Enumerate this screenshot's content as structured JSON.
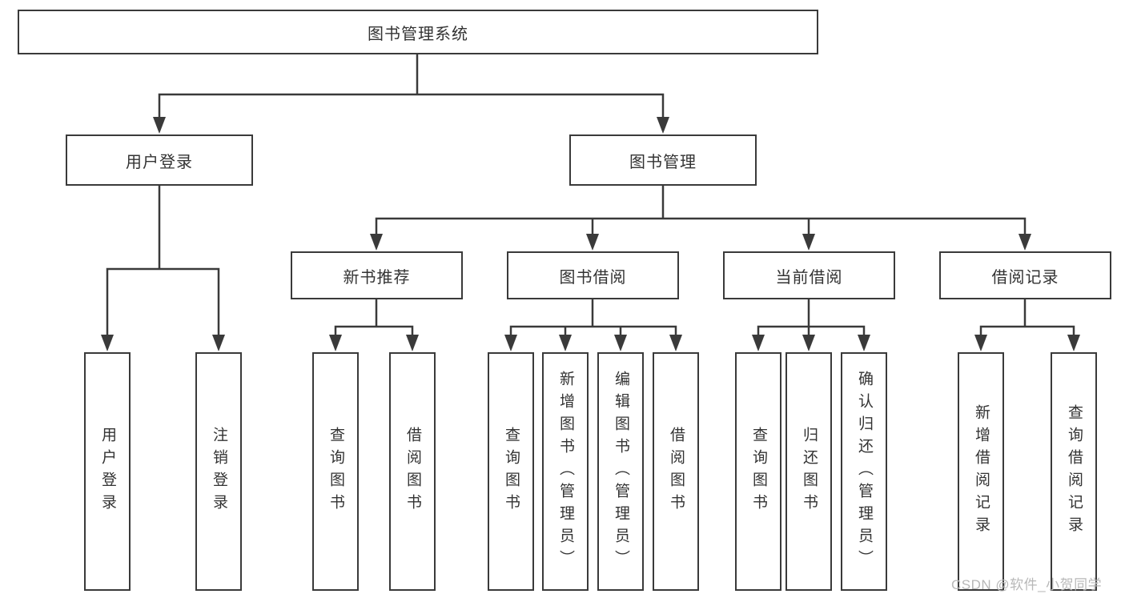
{
  "tree": {
    "label": "图书管理系统",
    "children": [
      {
        "label": "用户登录",
        "children": [
          {
            "label": "用户登录"
          },
          {
            "label": "注销登录"
          }
        ]
      },
      {
        "label": "图书管理",
        "children": [
          {
            "label": "新书推荐",
            "children": [
              {
                "label": "查询图书"
              },
              {
                "label": "借阅图书"
              }
            ]
          },
          {
            "label": "图书借阅",
            "children": [
              {
                "label": "查询图书"
              },
              {
                "label": "新增图书（管理员）"
              },
              {
                "label": "编辑图书（管理员）"
              },
              {
                "label": "借阅图书"
              }
            ]
          },
          {
            "label": "当前借阅",
            "children": [
              {
                "label": "查询图书"
              },
              {
                "label": "归还图书"
              },
              {
                "label": "确认归还（管理员）"
              }
            ]
          },
          {
            "label": "借阅记录",
            "children": [
              {
                "label": "新增借阅记录"
              },
              {
                "label": "查询借阅记录"
              }
            ]
          }
        ]
      }
    ]
  },
  "watermark": {
    "text": "CSDN @软件_小贺同学"
  },
  "colors": {
    "background": "#ffffff",
    "line": "#3a3a3a",
    "box_border": "#3a3a3a",
    "text": "#333333",
    "watermark": "#b8b8b8"
  }
}
